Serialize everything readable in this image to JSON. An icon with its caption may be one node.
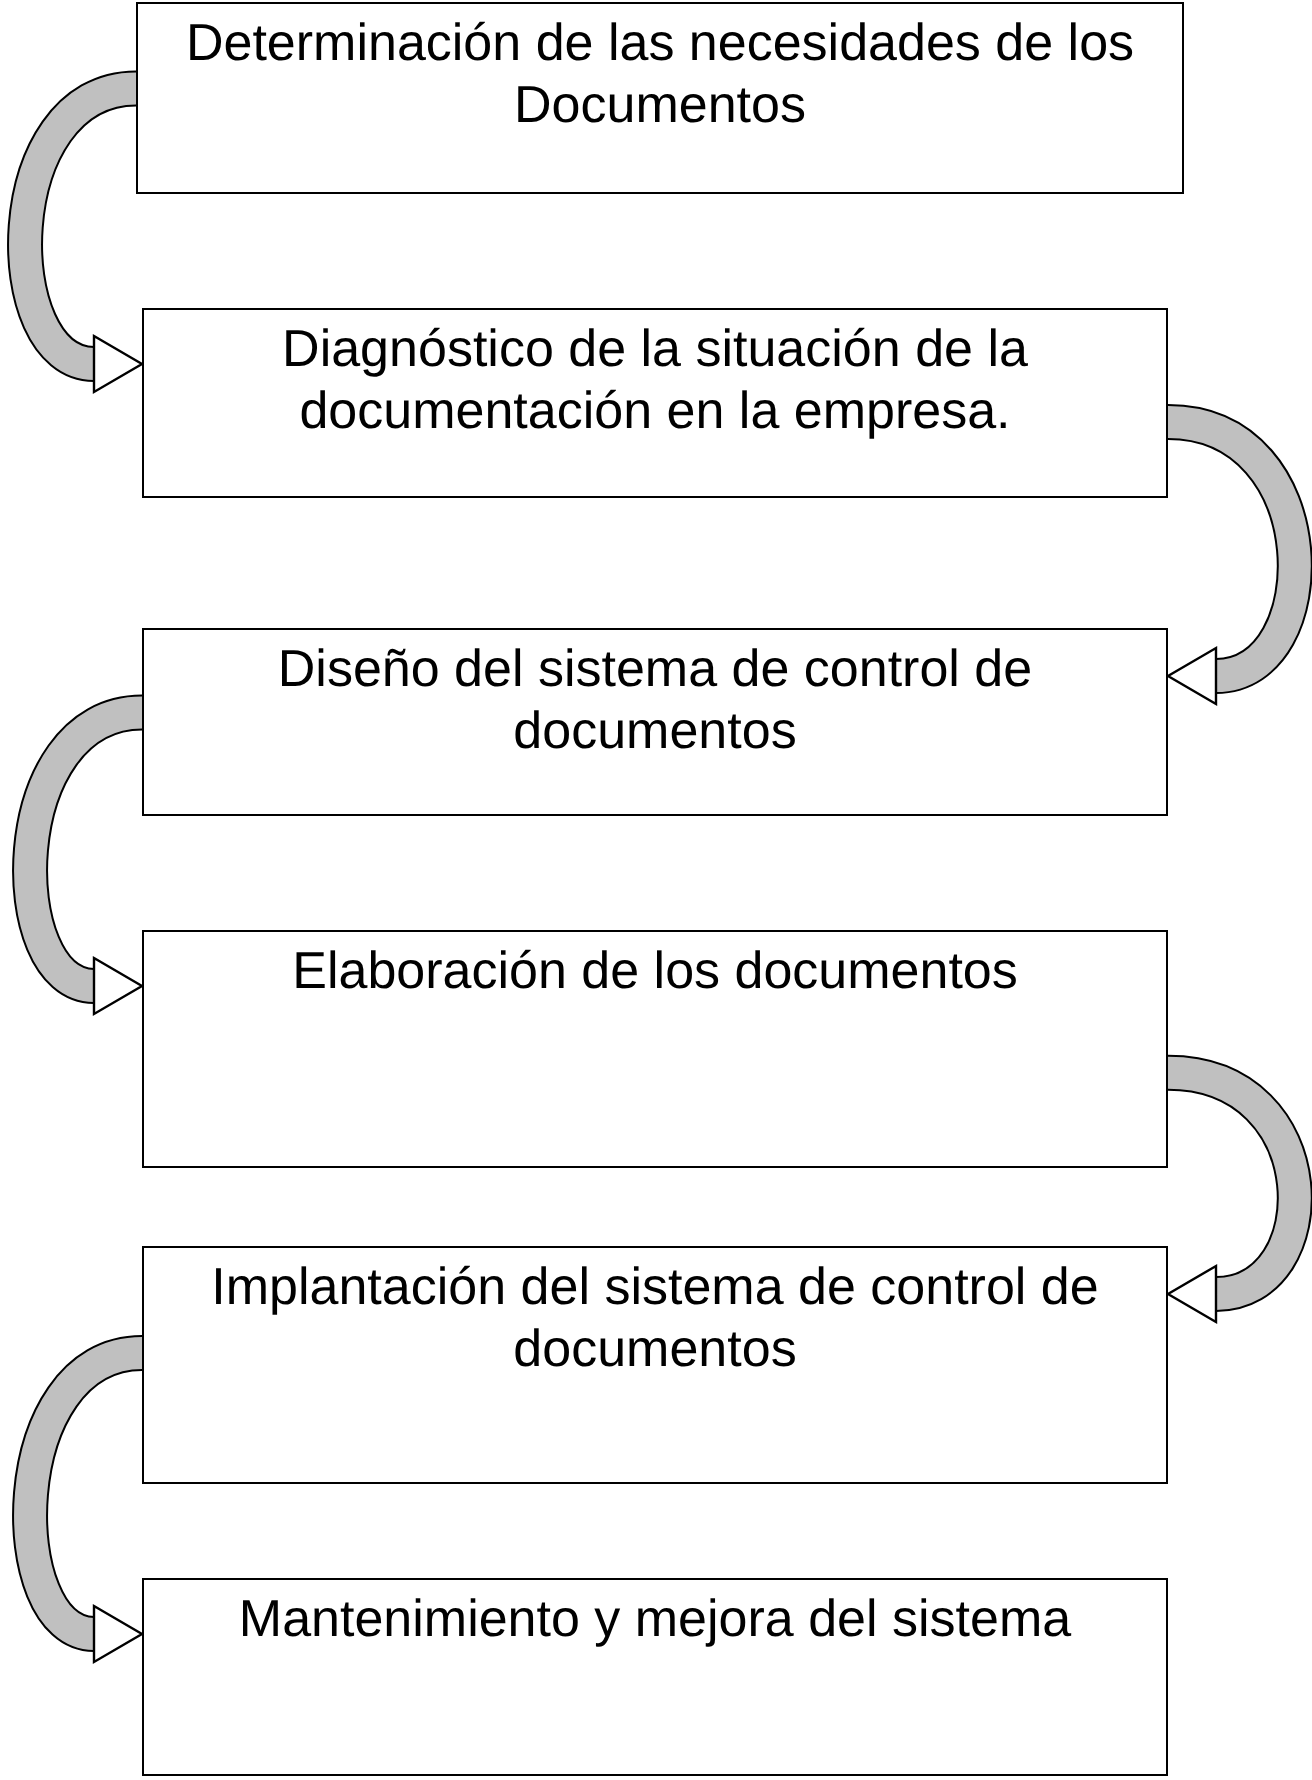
{
  "diagram": {
    "nodes": [
      {
        "text": [
          "Determinación de las necesidades de los Documentos"
        ]
      },
      {
        "text": [
          "Diagnóstico de la situación de la documentación en la empresa."
        ]
      },
      {
        "text": [
          "Diseño del sistema de control de documentos"
        ]
      },
      {
        "text": [
          "Elaboración de los documentos"
        ]
      },
      {
        "text": [
          "Implantación del sistema de control de documentos"
        ]
      },
      {
        "text": [
          "Mantenimiento y mejora del sistema"
        ]
      }
    ],
    "edges": [
      {
        "from": 0,
        "to": 1,
        "arrow": "to"
      },
      {
        "from": 1,
        "to": 2,
        "arrow": "to"
      },
      {
        "from": 2,
        "to": 3,
        "arrow": "to"
      },
      {
        "from": 3,
        "to": 4,
        "arrow": "to"
      },
      {
        "from": 4,
        "to": 5,
        "arrow": "to"
      }
    ]
  }
}
